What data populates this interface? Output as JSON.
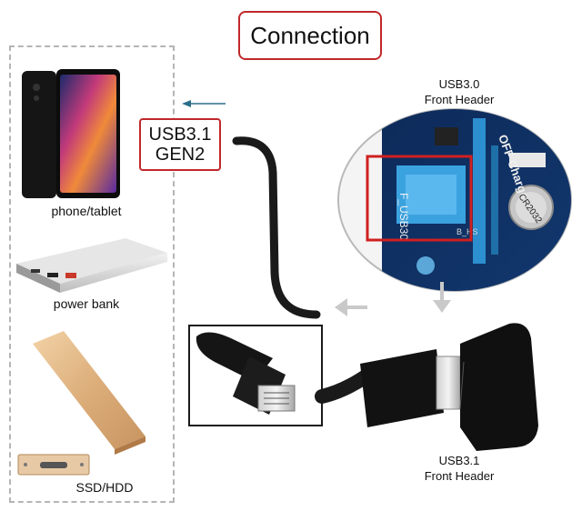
{
  "title": "Connection",
  "devices": {
    "phone": "phone/tablet",
    "powerbank": "power bank",
    "ssd": "SSD/HDD"
  },
  "usb31_gen2": {
    "line1": "USB3.1",
    "line2": "GEN2"
  },
  "usb30_front_header": {
    "line1": "USB3.0",
    "line2": "Front Header"
  },
  "usb31_front_header": {
    "line1": "USB3.1",
    "line2": "Front Header"
  },
  "board_text": {
    "port_label": "F_USB30",
    "charge_label": "OFF Charge",
    "battery_label": "CR2032",
    "hs_label": "B_HS"
  },
  "colors": {
    "accent": "#c0282b",
    "arrow_blue": "#2a6f8a",
    "cable": "#1a1a1a"
  }
}
